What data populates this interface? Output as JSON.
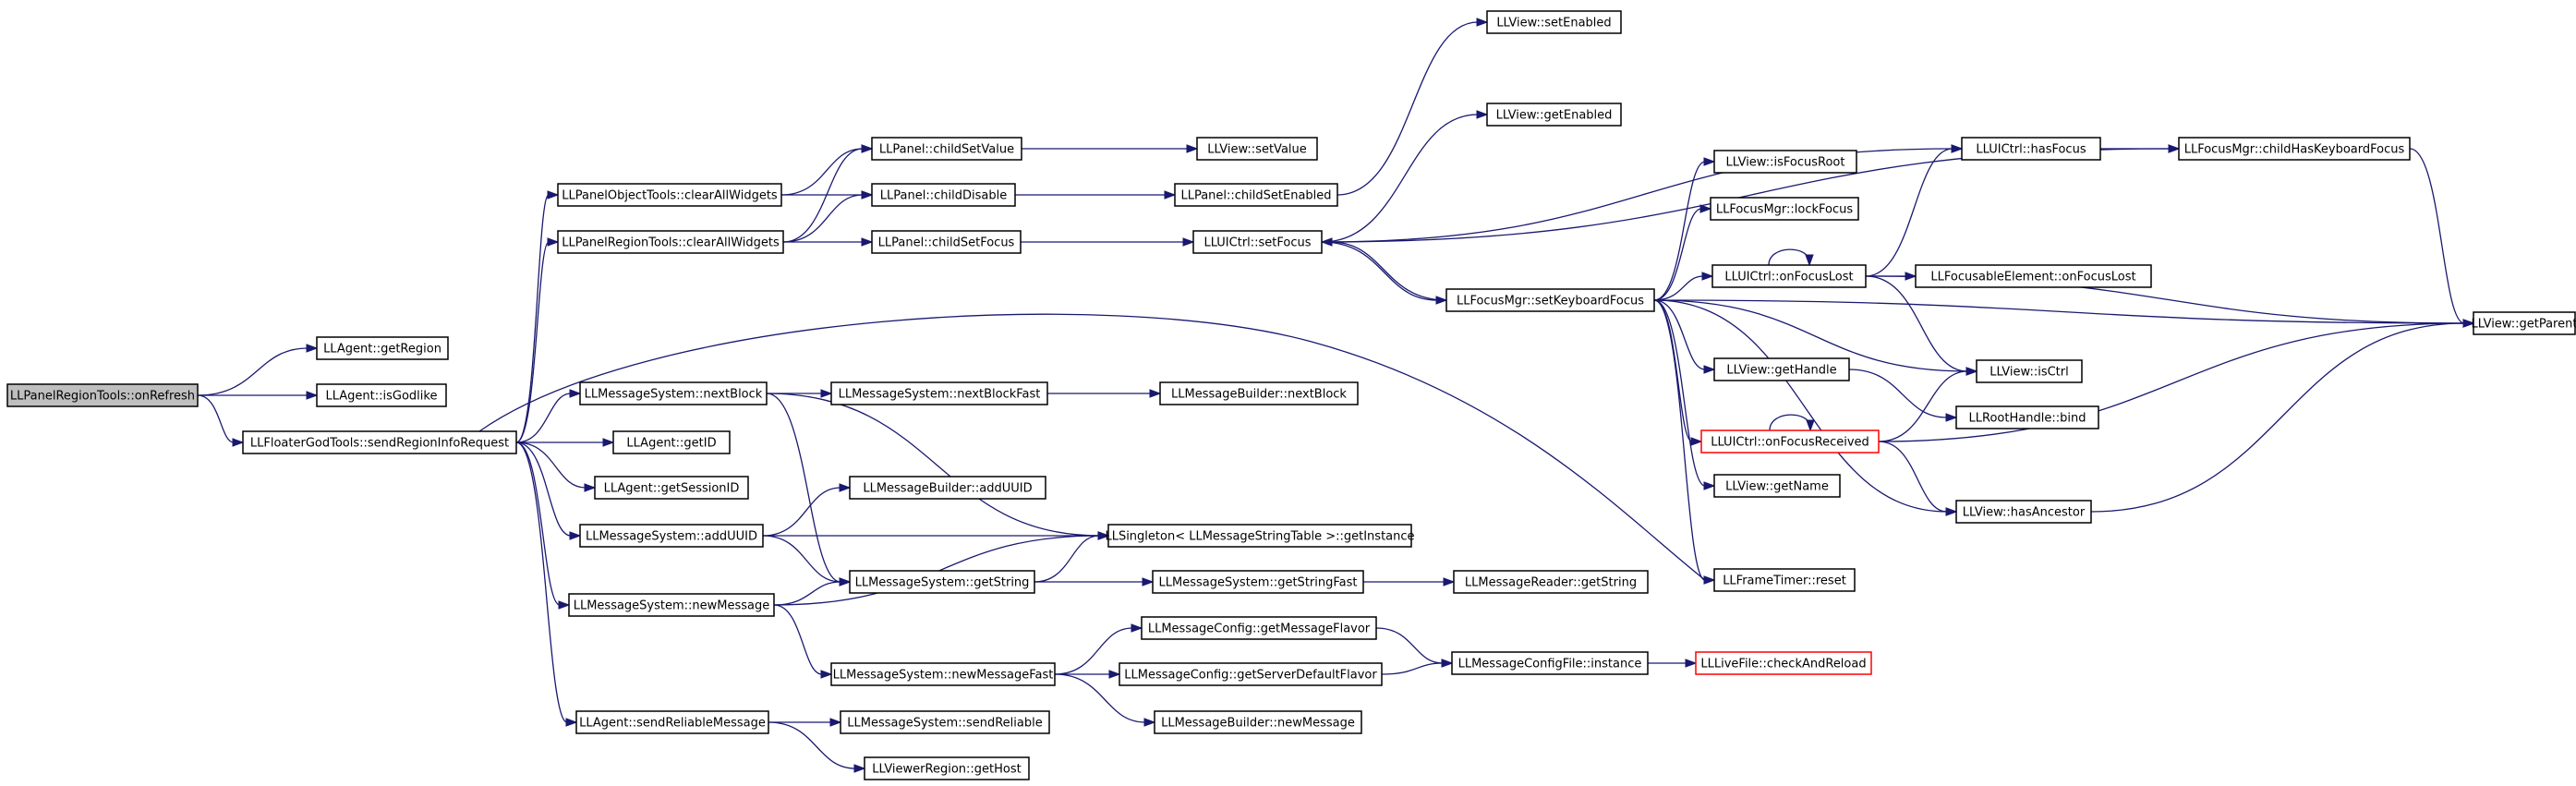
{
  "nodes": {
    "n_onrefresh": "LLPanelRegionTools::onRefresh",
    "n_getregion": "LLAgent::getRegion",
    "n_isgodlike": "LLAgent::isGodlike",
    "n_sendregioninfo": "LLFloaterGodTools::sendRegionInfoRequest",
    "n_objtools_clear": "LLPanelObjectTools::clearAllWidgets",
    "n_regtools_clear": "LLPanelRegionTools::clearAllWidgets",
    "n_childsetvalue": "LLPanel::childSetValue",
    "n_childdisable": "LLPanel::childDisable",
    "n_childsetfocus": "LLPanel::childSetFocus",
    "n_viewsetvalue": "LLView::setValue",
    "n_childsetenabled": "LLPanel::childSetEnabled",
    "n_viewsetenabled": "LLView::setEnabled",
    "n_viewgetenabled": "LLView::getEnabled",
    "n_uisetfocus": "LLUICtrl::setFocus",
    "n_setkbfocus": "LLFocusMgr::setKeyboardFocus",
    "n_isfocusroot": "LLView::isFocusRoot",
    "n_lockfocus": "LLFocusMgr::lockFocus",
    "n_onfocuslost": "LLUICtrl::onFocusLost",
    "n_focusableonlost": "LLFocusableElement::onFocusLost",
    "n_hasfocus": "LLUICtrl::hasFocus",
    "n_childhaskb": "LLFocusMgr::childHasKeyboardFocus",
    "n_getparent": "LLView::getParent",
    "n_getgandle": "LLView::getHandle",
    "n_isctrl": "LLView::isCtrl",
    "n_rootbind": "LLRootHandle::bind",
    "n_onfocusreceived": "LLUICtrl::onFocusReceived",
    "n_getname": "LLView::getName",
    "n_hasancestor": "LLView::hasAncestor",
    "n_frametimerreset": "LLFrameTimer::reset",
    "n_nextblock": "LLMessageSystem::nextBlock",
    "n_nextblockfast": "LLMessageSystem::nextBlockFast",
    "n_builder_nextblock": "LLMessageBuilder::nextBlock",
    "n_getid": "LLAgent::getID",
    "n_getsessionid": "LLAgent::getSessionID",
    "n_adduuid": "LLMessageSystem::addUUID",
    "n_builder_adduuid": "LLMessageBuilder::addUUID",
    "n_singleton": "LLSingleton< LLMessageStringTable >::getInstance",
    "n_getstring": "LLMessageSystem::getString",
    "n_getstringfast": "LLMessageSystem::getStringFast",
    "n_reader_getstring": "LLMessageReader::getString",
    "n_newmessage": "LLMessageSystem::newMessage",
    "n_newmessagefast": "LLMessageSystem::newMessageFast",
    "n_getmsgflavor": "LLMessageConfig::getMessageFlavor",
    "n_getserverflavor": "LLMessageConfig::getServerDefaultFlavor",
    "n_configinstance": "LLMessageConfigFile::instance",
    "n_checkreload": "LLLiveFile::checkAndReload",
    "n_builder_newmessage": "LLMessageBuilder::newMessage",
    "n_sendreliable_agent": "LLAgent::sendReliableMessage",
    "n_sendreliable_msg": "LLMessageSystem::sendReliable",
    "n_gethost": "LLViewerRegion::getHost"
  }
}
